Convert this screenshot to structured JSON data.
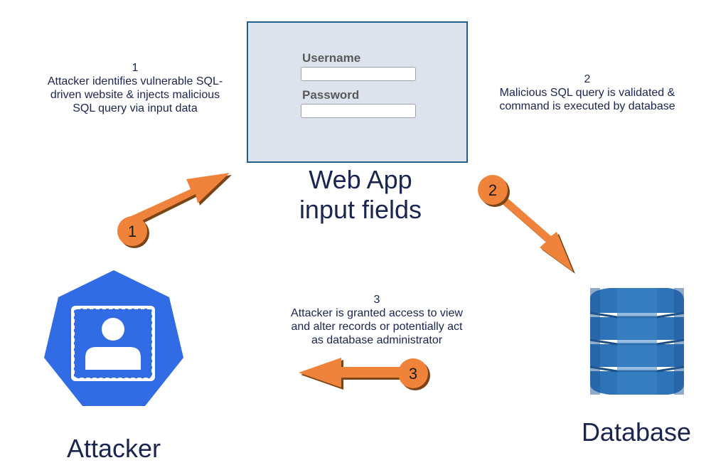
{
  "webapp": {
    "username_label": "Username",
    "username_value": "",
    "password_label": "Password",
    "password_value": "",
    "title_line1": "Web App",
    "title_line2": "input fields"
  },
  "steps": [
    {
      "number": "1",
      "lines": [
        "Attacker identifies vulnerable SQL-",
        "driven website & injects malicious",
        "SQL query via input data"
      ]
    },
    {
      "number": "2",
      "lines": [
        "Malicious SQL query is validated &",
        "command is executed by database"
      ]
    },
    {
      "number": "3",
      "lines": [
        "Attacker is granted access to view",
        "and alter records or potentially act",
        "as database administrator"
      ]
    }
  ],
  "badges": [
    "1",
    "2",
    "3"
  ],
  "actors": {
    "attacker": "Attacker",
    "database": "Database"
  },
  "icons": {
    "attacker": "user-heptagon-icon",
    "database": "database-stack-icon"
  },
  "colors": {
    "arrow": "#f0833a",
    "arrow_shadow": "#7a4418",
    "attacker_blue": "#326ce5",
    "database_blue": "#2e73b8",
    "text": "#1a2550"
  }
}
